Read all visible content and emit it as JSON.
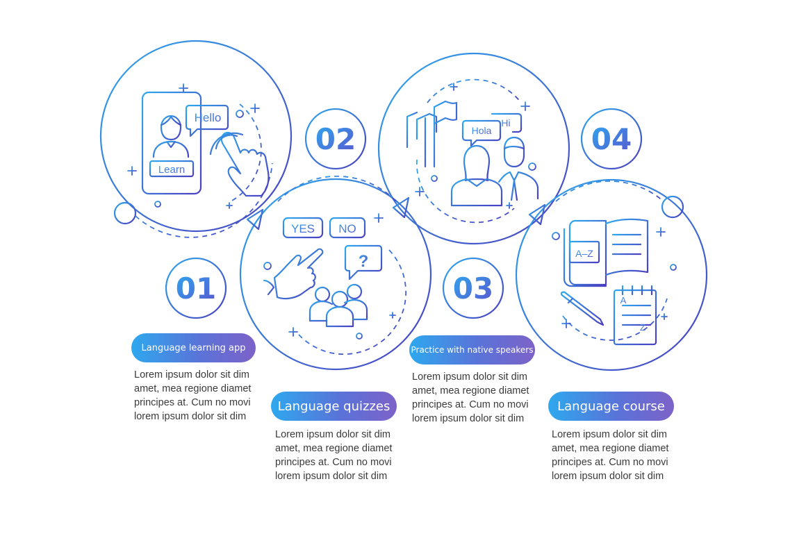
{
  "steps": [
    {
      "number": "01",
      "title": "Language learning app",
      "description": [
        "Lorem ipsum dolor sit dim",
        "amet, mea regione diamet",
        "principes at. Cum no movi",
        "lorem ipsum dolor sit dim"
      ],
      "icon_texts": {
        "bubble": "Hello",
        "button": "Learn"
      }
    },
    {
      "number": "02",
      "title": "Language quizzes",
      "description": [
        "Lorem ipsum dolor sit dim",
        "amet, mea regione diamet",
        "principes at. Cum no movi",
        "lorem ipsum dolor sit dim"
      ],
      "icon_texts": {
        "yes": "YES",
        "no": "NO",
        "question": "?"
      }
    },
    {
      "number": "03",
      "title": "Practice with native speakers",
      "description": [
        "Lorem ipsum dolor sit dim",
        "amet, mea regione diamet",
        "principes at. Cum no movi",
        "lorem ipsum dolor sit dim"
      ],
      "icon_texts": {
        "bubble1": "Hola",
        "bubble2": "Hi"
      }
    },
    {
      "number": "04",
      "title": "Language course",
      "description": [
        "Lorem ipsum dolor sit dim",
        "amet, mea regione diamet",
        "principes at. Cum no movi",
        "lorem ipsum dolor sit dim"
      ],
      "icon_texts": {
        "book": "A–Z",
        "note_top": "A",
        "note_bottom": "Z"
      }
    }
  ],
  "colors": {
    "gradient_start": "#2ea8ee",
    "gradient_end": "#4b3fc0",
    "text": "#3a3a3a",
    "background": "#ffffff"
  }
}
